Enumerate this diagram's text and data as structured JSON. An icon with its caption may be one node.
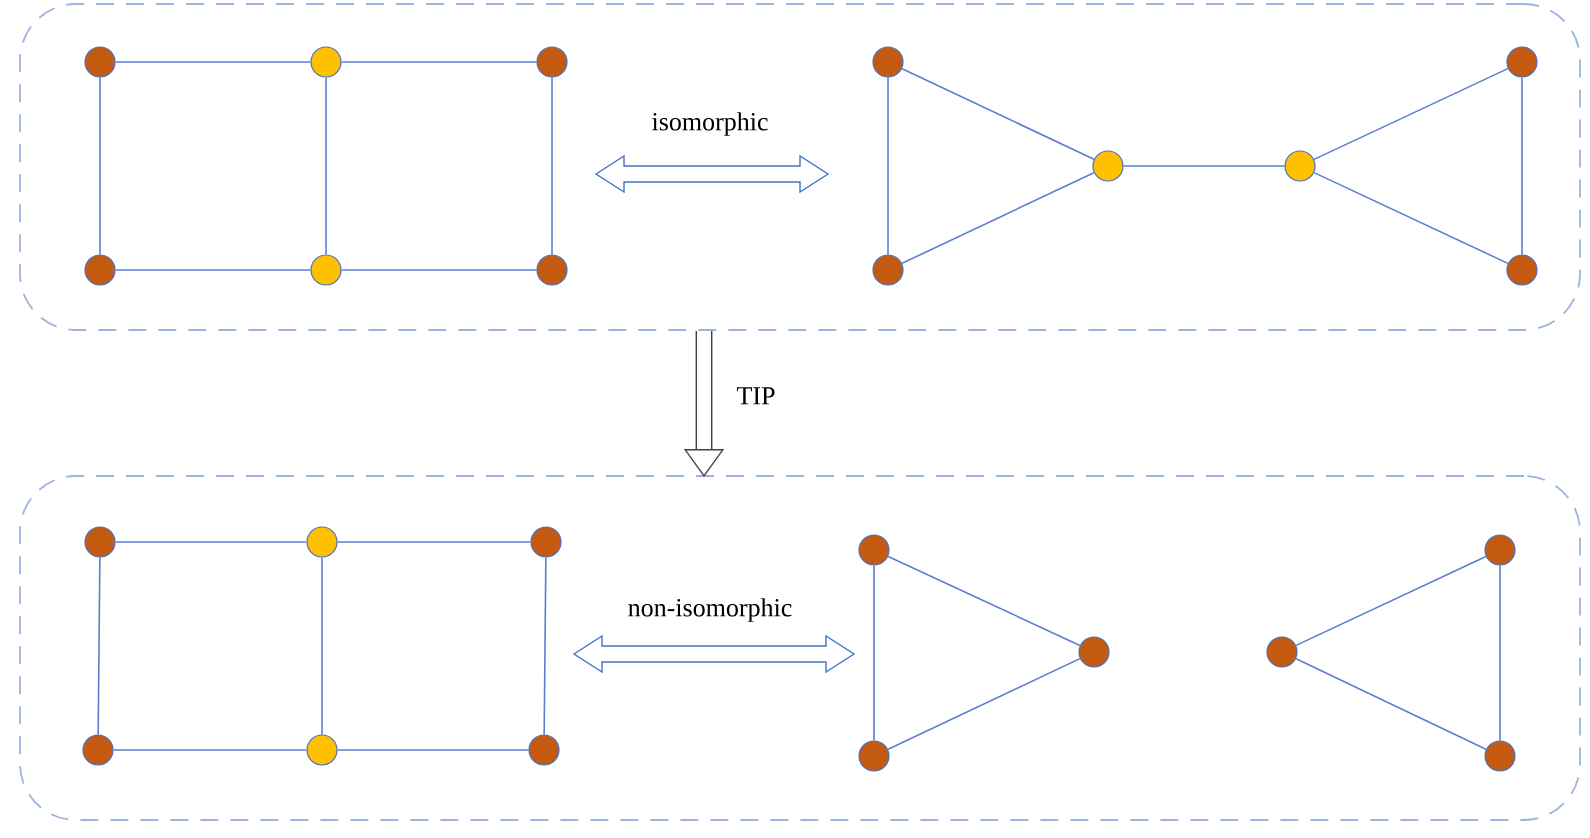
{
  "diagram": {
    "nodes": [
      {
        "text": [],
        "shape": "box"
      },
      {
        "text": [],
        "shape": "circle",
        "in": 0
      },
      {
        "text": [],
        "shape": "circle",
        "in": 0
      },
      {
        "text": [],
        "shape": "circle",
        "in": 0
      },
      {
        "text": [],
        "shape": "circle",
        "in": 0
      },
      {
        "text": [],
        "shape": "circle",
        "in": 0
      },
      {
        "text": [],
        "shape": "circle",
        "in": 0
      },
      {
        "text": [],
        "shape": "circle",
        "in": 0
      },
      {
        "text": [],
        "shape": "circle",
        "in": 0
      },
      {
        "text": [],
        "shape": "circle",
        "in": 0
      },
      {
        "text": [],
        "shape": "circle",
        "in": 0
      },
      {
        "text": [],
        "shape": "circle",
        "in": 0
      },
      {
        "text": [],
        "shape": "circle",
        "in": 0
      },
      {
        "text": [],
        "shape": "box"
      },
      {
        "text": [],
        "shape": "circle",
        "in": 13
      },
      {
        "text": [],
        "shape": "circle",
        "in": 13
      },
      {
        "text": [],
        "shape": "circle",
        "in": 13
      },
      {
        "text": [],
        "shape": "circle",
        "in": 13
      },
      {
        "text": [],
        "shape": "circle",
        "in": 13
      },
      {
        "text": [],
        "shape": "circle",
        "in": 13
      },
      {
        "text": [],
        "shape": "circle",
        "in": 13
      },
      {
        "text": [],
        "shape": "circle",
        "in": 13
      },
      {
        "text": [],
        "shape": "circle",
        "in": 13
      },
      {
        "text": [],
        "shape": "circle",
        "in": 13
      },
      {
        "text": [],
        "shape": "circle",
        "in": 13
      },
      {
        "text": [],
        "shape": "circle",
        "in": 13
      }
    ],
    "edges": [
      {
        "from": 1,
        "to": 2,
        "arrow": "none"
      },
      {
        "from": 2,
        "to": 3,
        "arrow": "none"
      },
      {
        "from": 1,
        "to": 4,
        "arrow": "none"
      },
      {
        "from": 2,
        "to": 5,
        "arrow": "none"
      },
      {
        "from": 3,
        "to": 6,
        "arrow": "none"
      },
      {
        "from": 4,
        "to": 5,
        "arrow": "none"
      },
      {
        "from": 5,
        "to": 6,
        "arrow": "none"
      },
      {
        "from": 7,
        "to": 8,
        "arrow": "none"
      },
      {
        "from": 7,
        "to": 9,
        "arrow": "none"
      },
      {
        "from": 8,
        "to": 9,
        "arrow": "none"
      },
      {
        "from": 9,
        "to": 10,
        "arrow": "none"
      },
      {
        "from": 10,
        "to": 11,
        "arrow": "none"
      },
      {
        "from": 10,
        "to": 12,
        "arrow": "none"
      },
      {
        "from": 11,
        "to": 12,
        "arrow": "none"
      },
      {
        "from": 0,
        "to": 13,
        "arrow": "to",
        "label": "TIP",
        "style": "thick",
        "color": "#404040"
      },
      {
        "from": 14,
        "to": 15,
        "arrow": "none"
      },
      {
        "from": 15,
        "to": 16,
        "arrow": "none"
      },
      {
        "from": 14,
        "to": 17,
        "arrow": "none"
      },
      {
        "from": 15,
        "to": 18,
        "arrow": "none"
      },
      {
        "from": 16,
        "to": 19,
        "arrow": "none"
      },
      {
        "from": 17,
        "to": 18,
        "arrow": "none"
      },
      {
        "from": 18,
        "to": 19,
        "arrow": "none"
      },
      {
        "from": 20,
        "to": 21,
        "arrow": "none"
      },
      {
        "from": 20,
        "to": 22,
        "arrow": "none"
      },
      {
        "from": 21,
        "to": 22,
        "arrow": "none"
      },
      {
        "from": 23,
        "to": 24,
        "arrow": "none"
      },
      {
        "from": 23,
        "to": 25,
        "arrow": "none"
      },
      {
        "from": 24,
        "to": 25,
        "arrow": "none"
      }
    ],
    "labels": [
      "isomorphic",
      "non-isomorphic"
    ]
  }
}
